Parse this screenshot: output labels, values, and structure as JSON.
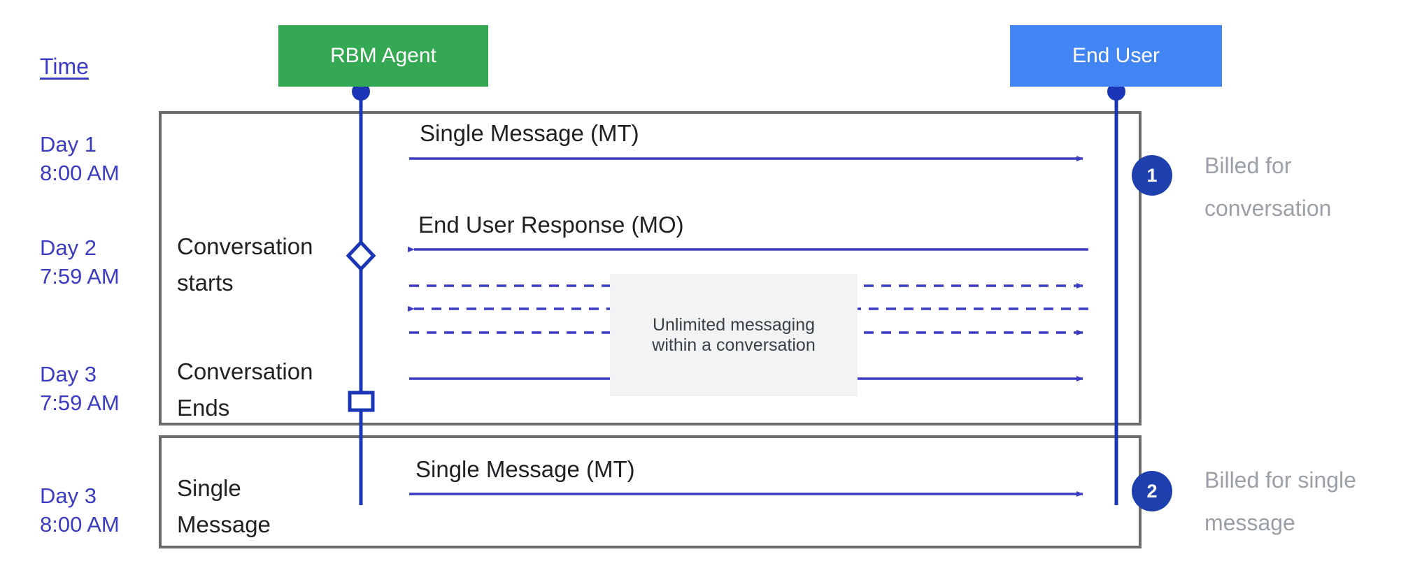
{
  "diagram": {
    "title_column_label": "Time",
    "colors": {
      "agent_box": "#34a853",
      "user_box": "#4285f4",
      "lifeline": "#1a35b5",
      "arrow": "#3b3bc4",
      "frame_border": "#6b6b6b",
      "note_bg": "#f1f3f4",
      "badge": "#1e3fae",
      "time_text": "#3b3bc4",
      "billed_text": "#9aa0a6",
      "message_text": "#202124"
    },
    "actors": [
      {
        "id": "rbm-agent",
        "label": "RBM Agent",
        "color": "#34a853"
      },
      {
        "id": "end-user",
        "label": "End User",
        "color": "#4285f4"
      }
    ],
    "time_marks": [
      {
        "day": "Day 1",
        "time": "8:00 AM"
      },
      {
        "day": "Day 2",
        "time": "7:59 AM"
      },
      {
        "day": "Day 3",
        "time": "7:59 AM"
      },
      {
        "day": "Day 3",
        "time": "8:00 AM"
      }
    ],
    "frames": [
      {
        "id": "conversation-frame",
        "badge": "1",
        "billed_line1": "Billed for",
        "billed_line2": "conversation",
        "inner_labels": [
          {
            "line1": "Conversation",
            "line2": "starts"
          },
          {
            "line1": "Conversation",
            "line2": "Ends"
          }
        ],
        "messages": [
          {
            "label": "Single Message (MT)",
            "direction": "right",
            "style": "solid"
          },
          {
            "label": "End User Response (MO)",
            "direction": "left",
            "style": "solid"
          },
          {
            "label": "",
            "direction": "right",
            "style": "dashed"
          },
          {
            "label": "",
            "direction": "left",
            "style": "dashed"
          },
          {
            "label": "",
            "direction": "right",
            "style": "dashed"
          },
          {
            "label": "",
            "direction": "right",
            "style": "solid"
          }
        ],
        "note": {
          "line1": "Unlimited messaging",
          "line2": "within a conversation"
        }
      },
      {
        "id": "single-message-frame",
        "badge": "2",
        "billed_line1": "Billed for single",
        "billed_line2": "message",
        "inner_labels": [
          {
            "line1": "Single",
            "line2": "Message"
          }
        ],
        "messages": [
          {
            "label": "Single Message (MT)",
            "direction": "right",
            "style": "solid"
          }
        ]
      }
    ],
    "markers": [
      {
        "id": "conversation-start-marker",
        "shape": "diamond"
      },
      {
        "id": "conversation-end-marker",
        "shape": "square"
      }
    ]
  }
}
